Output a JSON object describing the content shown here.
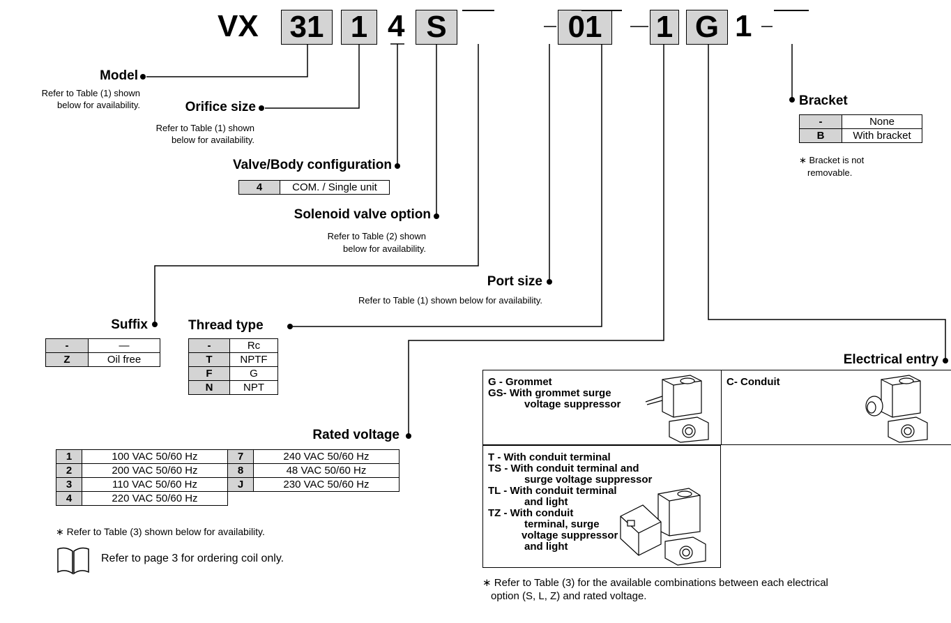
{
  "code": {
    "vx": "VX",
    "model": "31",
    "orifice": "1",
    "config": "4",
    "option": "S",
    "port": "01",
    "voltage": "1",
    "entry": "G",
    "one": "1"
  },
  "model": {
    "title": "Model",
    "note1": "Refer to Table (1) shown",
    "note2": "below for availability."
  },
  "orifice": {
    "title": "Orifice size",
    "note1": "Refer to Table (1) shown",
    "note2": "below for availability."
  },
  "valve_body": {
    "title": "Valve/Body configuration",
    "rows": [
      {
        "key": "4",
        "value": "COM. / Single unit"
      }
    ]
  },
  "solenoid": {
    "title": "Solenoid valve option",
    "note1": "Refer to Table (2) shown",
    "note2": "below for availability."
  },
  "port": {
    "title": "Port size",
    "note": "Refer to Table (1) shown below for availability."
  },
  "thread": {
    "title": "Thread type",
    "rows": [
      {
        "key": "-",
        "value": "Rc"
      },
      {
        "key": "T",
        "value": "NPTF"
      },
      {
        "key": "F",
        "value": "G"
      },
      {
        "key": "N",
        "value": "NPT"
      }
    ]
  },
  "suffix": {
    "title": "Suffix",
    "rows": [
      {
        "key": "-",
        "value": "—"
      },
      {
        "key": "Z",
        "value": "Oil free"
      }
    ]
  },
  "bracket": {
    "title": "Bracket",
    "rows": [
      {
        "key": "-",
        "value": "None"
      },
      {
        "key": "B",
        "value": "With bracket"
      }
    ],
    "note1": "∗ Bracket is not",
    "note2": "removable."
  },
  "voltage": {
    "title": "Rated voltage",
    "rows": [
      {
        "k1": "1",
        "v1": "100 VAC 50/60 Hz",
        "k2": "7",
        "v2": "240 VAC 50/60 Hz"
      },
      {
        "k1": "2",
        "v1": "200 VAC 50/60 Hz",
        "k2": "8",
        "v2": "48 VAC 50/60 Hz"
      },
      {
        "k1": "3",
        "v1": "110 VAC 50/60 Hz",
        "k2": "J",
        "v2": "230 VAC 50/60 Hz"
      },
      {
        "k1": "4",
        "v1": "220 VAC 50/60 Hz",
        "k2": "",
        "v2": ""
      }
    ],
    "note": "∗ Refer to Table (3) shown below for availability.",
    "coil_note": "Refer to page 3 for ordering coil only."
  },
  "entry": {
    "title": "Electrical entry",
    "g": "G  - Grommet",
    "gs1": "GS- With grommet surge",
    "gs2": "voltage suppressor",
    "c": "C- Conduit",
    "t": "T   - With conduit terminal",
    "ts1": "TS - With conduit terminal and",
    "ts2": "surge voltage suppressor",
    "tl1": "TL - With conduit terminal",
    "tl2": "and light",
    "tz1": "TZ - With conduit",
    "tz2": "terminal, surge",
    "tz3": "voltage suppressor",
    "tz4": "and light",
    "note1": "∗ Refer to Table (3) for the available combinations between each electrical",
    "note2": "option (S, L, Z) and rated voltage."
  }
}
